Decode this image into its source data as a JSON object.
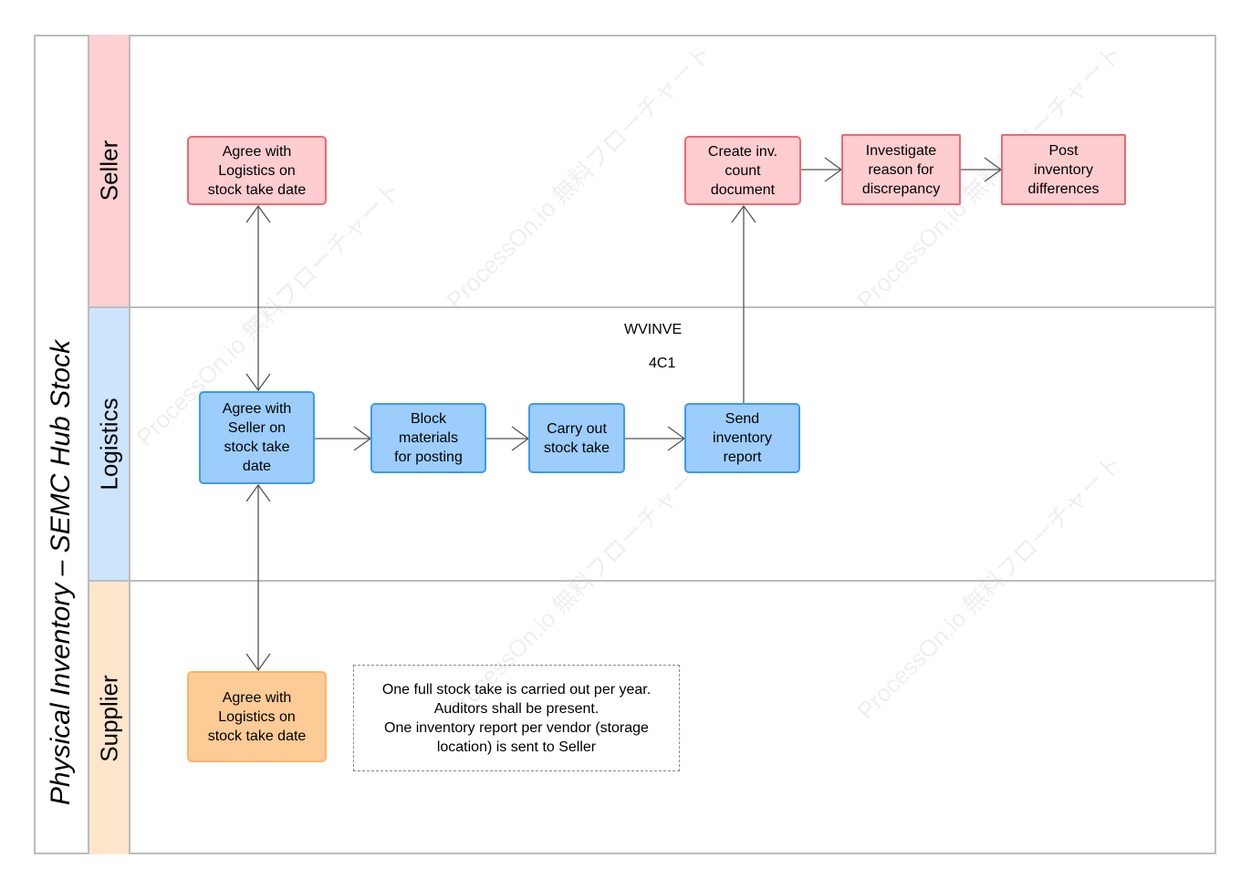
{
  "diagram": {
    "title": "Physical Inventory – SEMC Hub Stock",
    "lanes": [
      {
        "id": "seller",
        "label": "Seller",
        "color": "#fdd0d2"
      },
      {
        "id": "logistics",
        "label": "Logistics",
        "color": "#cde4fd"
      },
      {
        "id": "supplier",
        "label": "Supplier",
        "color": "#fee6cd"
      }
    ],
    "nodes": {
      "seller_agree": "Agree with\nLogistics on\nstock take date",
      "create_doc": "Create inv.\ncount\ndocument",
      "investigate": "Investigate\nreason for\ndiscrepancy",
      "post_diff": "Post\ninventory\ndifferences",
      "logistics_agree": "Agree with\nSeller on\nstock take\ndate",
      "block_materials": "Block\nmaterials\nfor posting",
      "carry_out": "Carry out\nstock take",
      "send_report": "Send\ninventory\nreport",
      "supplier_agree": "Agree with\nLogistics on\nstock take date"
    },
    "labels": {
      "transaction": "WVINVE",
      "code": "4C1"
    },
    "note": "One full stock take is carried out per year.\nAuditors shall be present.\nOne inventory report per vendor (storage\nlocation) is sent to Seller"
  },
  "watermark": "ProcessOn.io 無料フローチャート"
}
